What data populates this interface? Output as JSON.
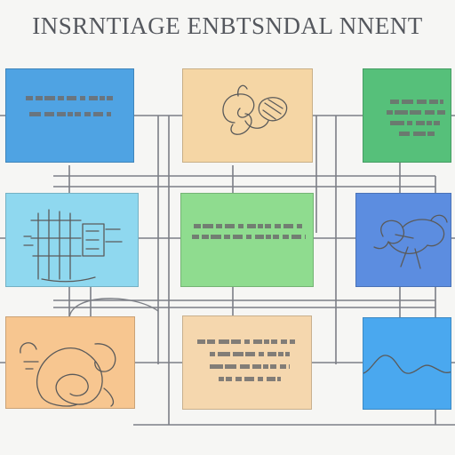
{
  "title": "INSRNTIAGE ENBTSNDAL NNENT",
  "colors": {
    "background": "#f6f6f4",
    "wire": "#7c7f86",
    "scribble": "#6d6d6d",
    "sketch": "#5a5a5a"
  },
  "nodes": [
    {
      "id": "r1c1",
      "color": "#4fa3e3",
      "content": "text-lines",
      "icon": ""
    },
    {
      "id": "r1c2",
      "color": "#f5d6a5",
      "content": "sketch",
      "icon": "ear-sketch-icon"
    },
    {
      "id": "r1c3",
      "color": "#56c07a",
      "content": "text-lines",
      "icon": ""
    },
    {
      "id": "r2c1",
      "color": "#8fd8ef",
      "content": "sketch",
      "icon": "building-sketch-icon"
    },
    {
      "id": "r2c2",
      "color": "#8fdc8f",
      "content": "text-lines",
      "icon": ""
    },
    {
      "id": "r2c3",
      "color": "#5c8de0",
      "content": "sketch",
      "icon": "machine-sketch-icon"
    },
    {
      "id": "r3c1",
      "color": "#f7c690",
      "content": "sketch",
      "icon": "loop-sketch-icon"
    },
    {
      "id": "r3c2",
      "color": "#f5d7ae",
      "content": "text-lines",
      "icon": ""
    },
    {
      "id": "r3c3",
      "color": "#4aa8ef",
      "content": "sketch",
      "icon": "wave-sketch-icon"
    }
  ]
}
